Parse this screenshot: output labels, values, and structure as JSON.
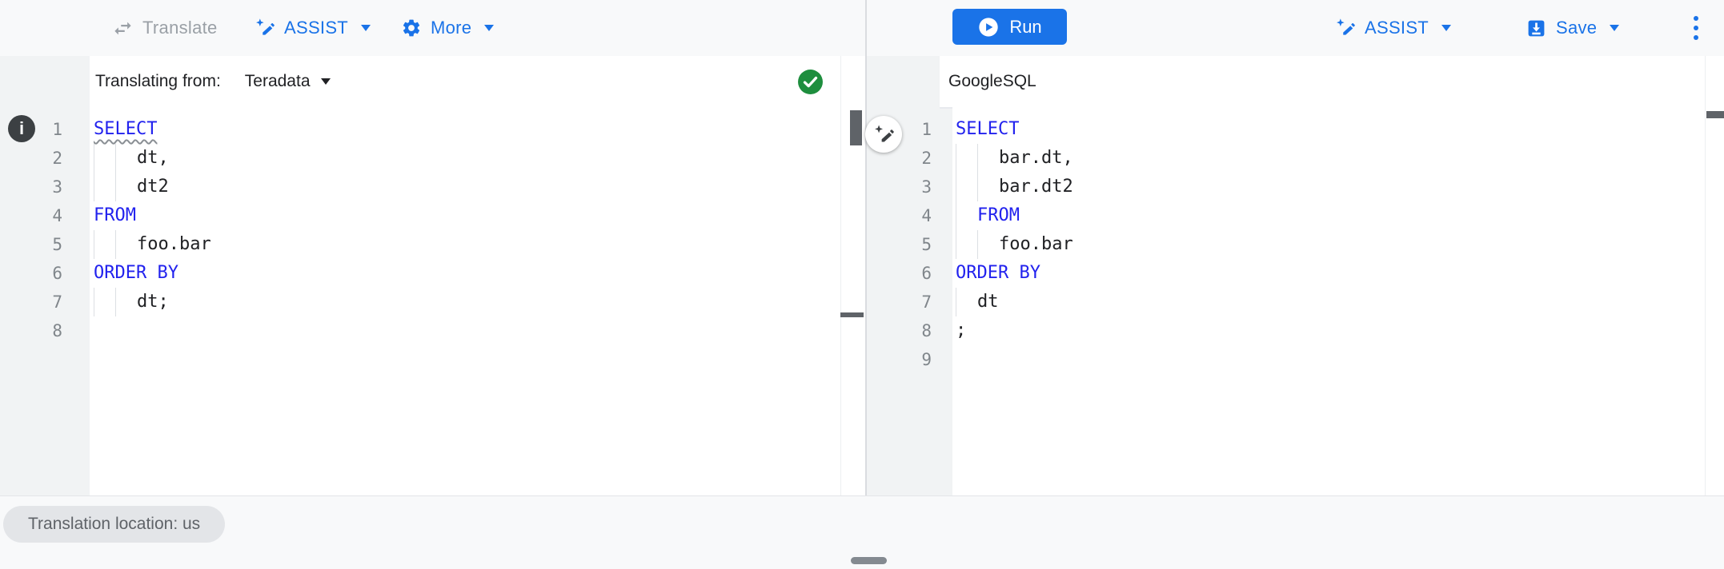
{
  "toolbar": {
    "translate": {
      "label": "Translate"
    },
    "assist_left": {
      "label": "ASSIST"
    },
    "more": {
      "label": "More"
    },
    "run": {
      "label": "Run"
    },
    "assist_right": {
      "label": "ASSIST"
    },
    "save": {
      "label": "Save"
    }
  },
  "left_pane": {
    "header": {
      "label": "Translating from:",
      "dialect": "Teradata",
      "status_icon": "check-circle"
    },
    "editor": {
      "language": "Teradata SQL",
      "lines": [
        {
          "n": "1",
          "indent": 0,
          "segs": [
            {
              "type": "kw sq",
              "text": "SELECT"
            }
          ]
        },
        {
          "n": "2",
          "indent": 2,
          "segs": [
            {
              "type": "",
              "text": "dt,"
            }
          ]
        },
        {
          "n": "3",
          "indent": 2,
          "segs": [
            {
              "type": "",
              "text": "dt2"
            }
          ]
        },
        {
          "n": "4",
          "indent": 0,
          "segs": [
            {
              "type": "kw",
              "text": "FROM"
            }
          ]
        },
        {
          "n": "5",
          "indent": 2,
          "segs": [
            {
              "type": "",
              "text": "foo.bar"
            }
          ]
        },
        {
          "n": "6",
          "indent": 0,
          "segs": [
            {
              "type": "kw",
              "text": "ORDER BY"
            }
          ]
        },
        {
          "n": "7",
          "indent": 2,
          "segs": [
            {
              "type": "",
              "text": "dt;"
            }
          ]
        },
        {
          "n": "8",
          "indent": 0,
          "segs": []
        }
      ]
    }
  },
  "right_pane": {
    "header": {
      "label": "GoogleSQL"
    },
    "editor": {
      "language": "GoogleSQL",
      "lines": [
        {
          "n": "1",
          "indent": 0,
          "segs": [
            {
              "type": "kw",
              "text": "SELECT"
            }
          ]
        },
        {
          "n": "2",
          "indent": 2,
          "segs": [
            {
              "type": "",
              "text": "bar.dt,"
            }
          ]
        },
        {
          "n": "3",
          "indent": 2,
          "segs": [
            {
              "type": "",
              "text": "bar.dt2"
            }
          ]
        },
        {
          "n": "4",
          "indent": 1,
          "segs": [
            {
              "type": "kw",
              "text": "FROM"
            }
          ]
        },
        {
          "n": "5",
          "indent": 2,
          "segs": [
            {
              "type": "",
              "text": "foo.bar"
            }
          ]
        },
        {
          "n": "6",
          "indent": 0,
          "segs": [
            {
              "type": "kw",
              "text": "ORDER BY"
            }
          ]
        },
        {
          "n": "7",
          "indent": 1,
          "segs": [
            {
              "type": "",
              "text": "dt"
            }
          ]
        },
        {
          "n": "8",
          "indent": 0,
          "segs": [
            {
              "type": "",
              "text": ";"
            }
          ]
        },
        {
          "n": "9",
          "indent": 0,
          "segs": []
        }
      ]
    }
  },
  "status_chip": {
    "label": "Translation location: us"
  },
  "icons": {
    "translate": "swap-arrows-icon",
    "assist": "pen-sparkle-icon",
    "more": "gear-icon",
    "run": "play-circle-icon",
    "save": "save-download-icon",
    "overflow": "vertical-dots-icon",
    "annotation": "info-icon",
    "validation": "check-circle-icon",
    "floating_action": "pen-sparkle-icon"
  },
  "colors": {
    "accent_blue": "#1a73e8",
    "keyword_blue": "#2222ee",
    "success_green": "#1e8e3e",
    "disabled_gray": "#9aa0a6",
    "gutter_gray": "#f1f3f4",
    "page_bg": "#f8f9fa"
  },
  "info_badge": {
    "label": "i"
  }
}
